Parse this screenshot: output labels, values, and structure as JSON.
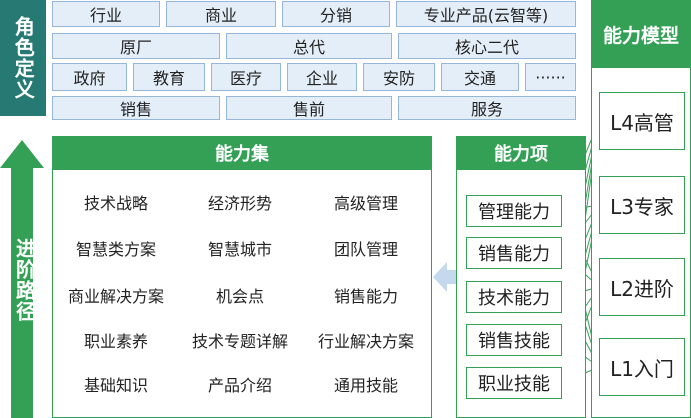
{
  "role_definition": {
    "label": "角色定义",
    "rows": [
      [
        "行业",
        "商业",
        "分销",
        "专业产品(云智等)"
      ],
      [
        "原厂",
        "总代",
        "核心二代"
      ],
      [
        "政府",
        "教育",
        "医疗",
        "企业",
        "安防",
        "交通",
        "······"
      ],
      [
        "销售",
        "售前",
        "服务"
      ]
    ]
  },
  "path": {
    "label": "进阶路径"
  },
  "ability_set": {
    "title": "能力集",
    "rows": [
      [
        "技术战略",
        "经济形势",
        "高级管理"
      ],
      [
        "智慧类方案",
        "智慧城市",
        "团队管理"
      ],
      [
        "商业解决方案",
        "机会点",
        "销售能力"
      ],
      [
        "职业素养",
        "技术专题详解",
        "行业解决方案"
      ],
      [
        "基础知识",
        "产品介绍",
        "通用技能"
      ]
    ]
  },
  "ability_items": {
    "title": "能力项",
    "items": [
      "管理能力",
      "销售能力",
      "技术能力",
      "销售技能",
      "职业技能"
    ]
  },
  "ability_model": {
    "title": "能力模型",
    "levels": [
      "L4高管",
      "L3专家",
      "L2进阶",
      "L1入门"
    ]
  },
  "colors": {
    "green": "#33a055",
    "teal": "#277a73",
    "role_cell_fill": "#e3eef8",
    "role_cell_border": "#97b7da",
    "arrow_light": "#c4d8ee"
  }
}
